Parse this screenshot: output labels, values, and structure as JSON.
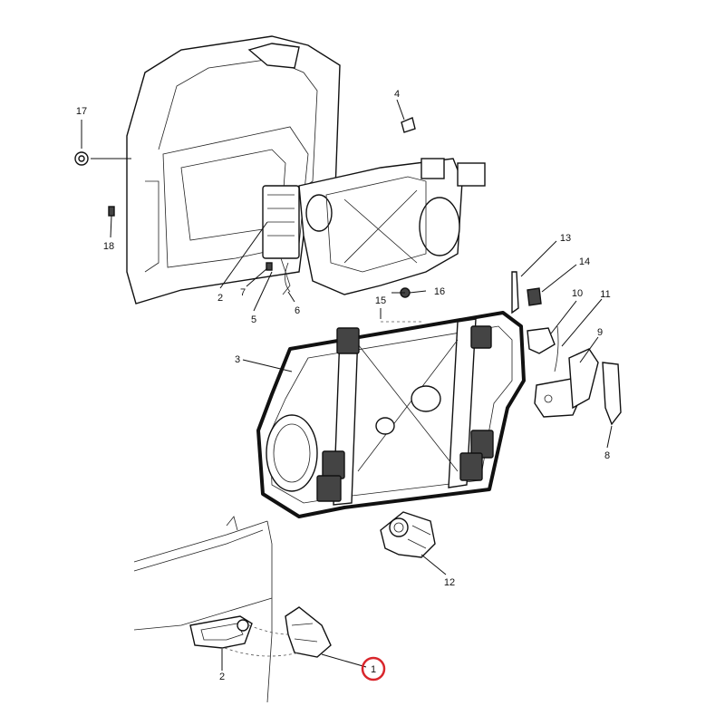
{
  "callouts": [
    {
      "id": "c17",
      "label": "17"
    },
    {
      "id": "c18",
      "label": "18"
    },
    {
      "id": "c4",
      "label": "4"
    },
    {
      "id": "c2a",
      "label": "2"
    },
    {
      "id": "c7",
      "label": "7"
    },
    {
      "id": "c5",
      "label": "5"
    },
    {
      "id": "c6",
      "label": "6"
    },
    {
      "id": "c13",
      "label": "13"
    },
    {
      "id": "c14",
      "label": "14"
    },
    {
      "id": "c16",
      "label": "16"
    },
    {
      "id": "c15",
      "label": "15"
    },
    {
      "id": "c10",
      "label": "10"
    },
    {
      "id": "c11",
      "label": "11"
    },
    {
      "id": "c9",
      "label": "9"
    },
    {
      "id": "c3",
      "label": "3"
    },
    {
      "id": "c8",
      "label": "8"
    },
    {
      "id": "c12",
      "label": "12"
    },
    {
      "id": "c2b",
      "label": "2"
    },
    {
      "id": "c1",
      "label": "1"
    }
  ],
  "highlight": {
    "label": "1",
    "color": "#d9262c"
  }
}
